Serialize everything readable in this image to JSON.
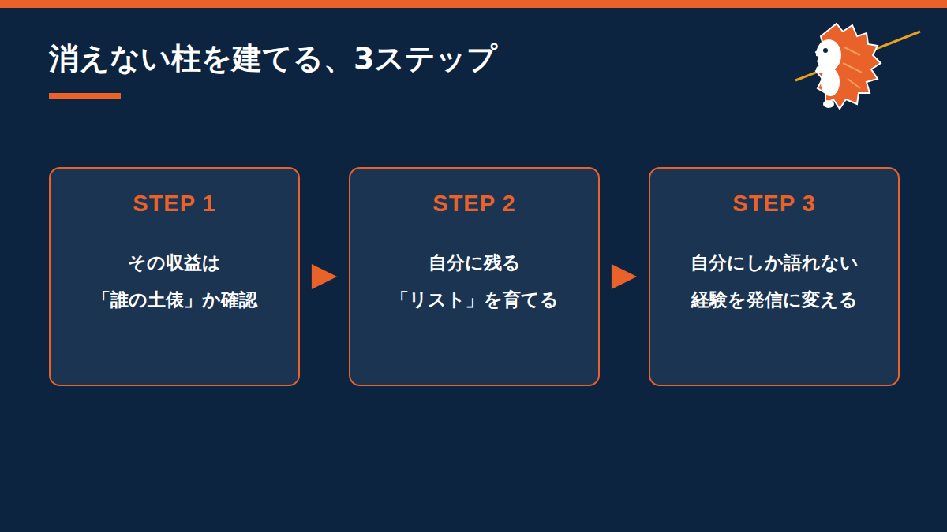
{
  "diagram": {
    "title": "消えない柱を建てる、3ステップ",
    "nodes": [
      {
        "text": [
          "STEP 1",
          "その収益は 「誰の土俵」か確認"
        ]
      },
      {
        "text": [
          "STEP 2",
          "自分に残る 「リスト」を育てる"
        ]
      },
      {
        "text": [
          "STEP 3",
          "自分にしか語れない 経験を発信に変える"
        ]
      }
    ],
    "edges": [
      {
        "from": 0,
        "to": 1,
        "arrow": "to"
      },
      {
        "from": 1,
        "to": 2,
        "arrow": "to"
      }
    ]
  }
}
